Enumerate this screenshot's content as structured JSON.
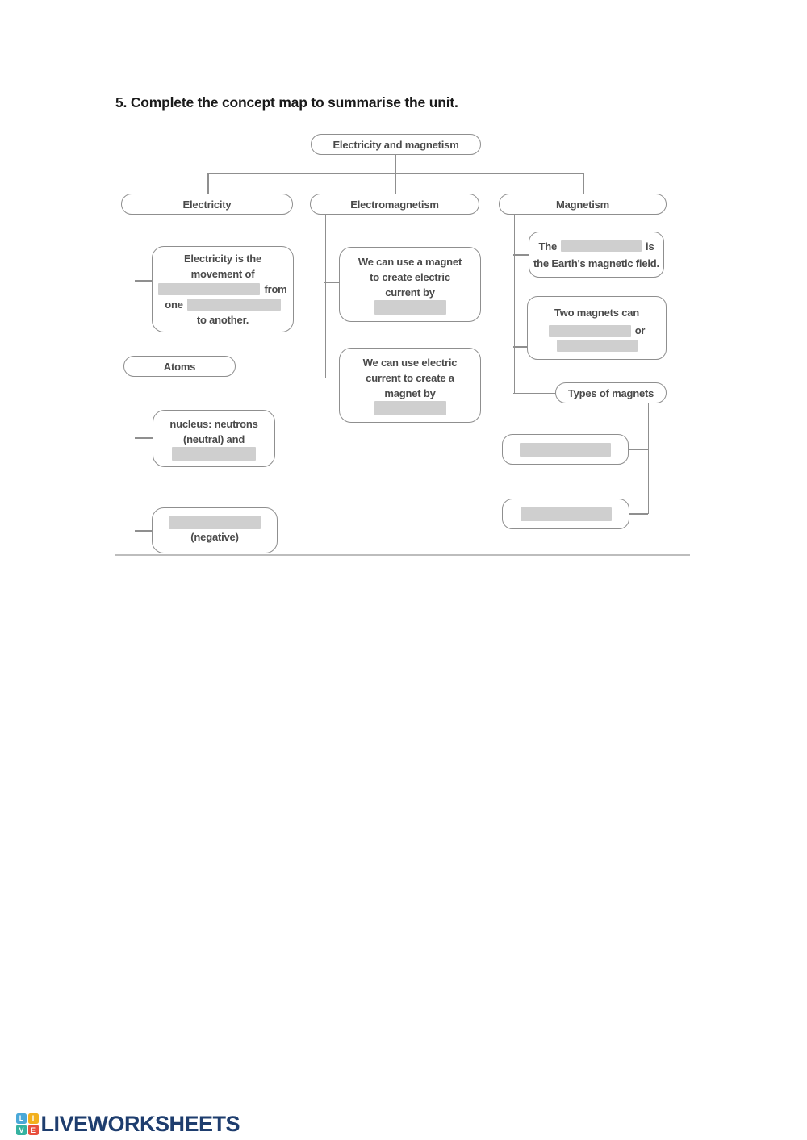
{
  "page": {
    "title": "5. Complete the concept map to summarise the unit."
  },
  "concept_map": {
    "root_label": "Electricity and magnetism",
    "electricity": {
      "label": "Electricity",
      "definition": {
        "line1": "Electricity is the",
        "line2": "movement of",
        "word_from": "from",
        "word_one": "one",
        "line_end": "to another."
      },
      "atoms_label": "Atoms",
      "nucleus": {
        "line1": "nucleus: neutrons",
        "line2": "(neutral) and"
      },
      "electrons_caption": "(negative)"
    },
    "electromagnetism": {
      "label": "Electromagnetism",
      "magnet_makes_current": {
        "line1": "We can use a magnet",
        "line2": "to create electric",
        "line3": "current by"
      },
      "current_makes_magnet": {
        "line1": "We can use electric",
        "line2": "current to create a",
        "line3": "magnet by"
      }
    },
    "magnetism": {
      "label": "Magnetism",
      "magnetosphere": {
        "word_the": "The",
        "word_is": "is",
        "line2": "the Earth's magnetic field."
      },
      "interaction": {
        "line1": "Two magnets can",
        "word_or": "or"
      },
      "types_label": "Types of magnets"
    }
  },
  "footer": {
    "logo_text": "LIVEWORKSHEETS",
    "logo_tiles": [
      {
        "letter": "L",
        "color": "#4aa8d8"
      },
      {
        "letter": "I",
        "color": "#f2b01e"
      },
      {
        "letter": "V",
        "color": "#35b2a0"
      },
      {
        "letter": "E",
        "color": "#e8503e"
      }
    ]
  },
  "colors": {
    "box_border": "#8f8f8f",
    "box_text": "#4a4a4a",
    "blank_fill": "#cfcfcf",
    "connector": "#8f8f8f",
    "title_text": "#1a1a1a",
    "logo_navy": "#1e3d6e"
  }
}
